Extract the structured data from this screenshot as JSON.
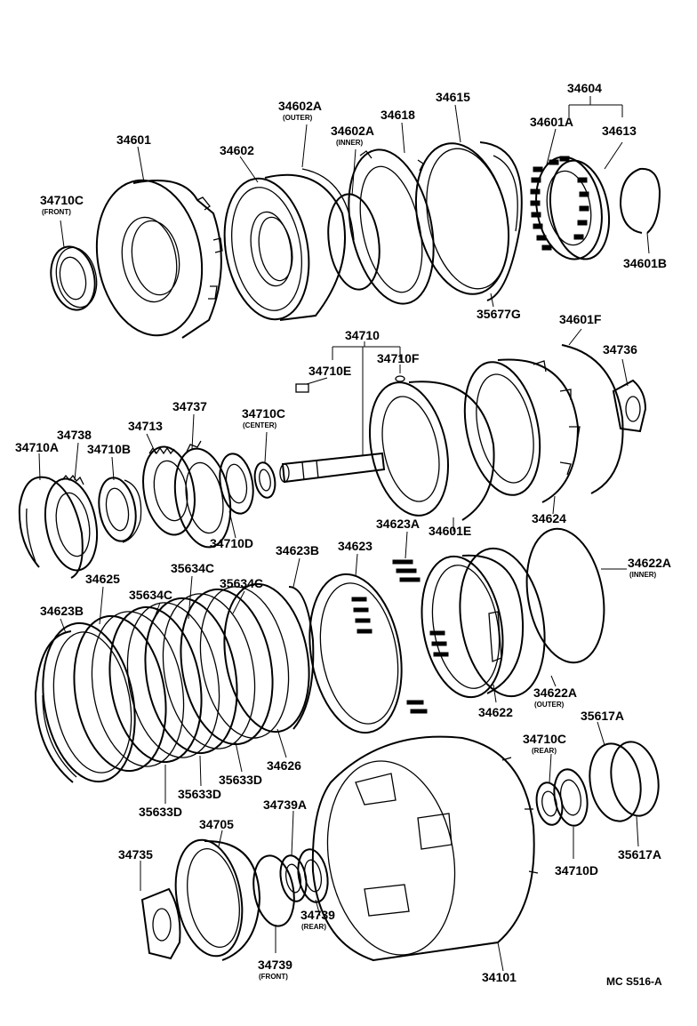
{
  "diagram": {
    "code": "MC S516-A",
    "labels": {
      "p34601": "34601",
      "p34602": "34602",
      "p34602A_outer": "34602A",
      "p34602A_outer_sub": "(OUTER)",
      "p34602A_inner": "34602A",
      "p34602A_inner_sub": "(INNER)",
      "p34618": "34618",
      "p34615": "34615",
      "p34604": "34604",
      "p34601A": "34601A",
      "p34613": "34613",
      "p34710C_front": "34710C",
      "p34710C_front_sub": "(FRONT)",
      "p34601B": "34601B",
      "p35677G": "35677G",
      "p34710": "34710",
      "p34710E": "34710E",
      "p34710F": "34710F",
      "p34601F": "34601F",
      "p34736": "34736",
      "p34737": "34737",
      "p34713": "34713",
      "p34738": "34738",
      "p34710C_center": "34710C",
      "p34710C_center_sub": "(CENTER)",
      "p34710A": "34710A",
      "p34710B": "34710B",
      "p34710D_a": "34710D",
      "p34623A": "34623A",
      "p34601E": "34601E",
      "p34624": "34624",
      "p34623B_a": "34623B",
      "p34623": "34623",
      "p34622A_inner": "34622A",
      "p34622A_inner_sub": "(INNER)",
      "p34625": "34625",
      "p35634C_a": "35634C",
      "p35634C_b": "35634C",
      "p35634C_c": "35634C",
      "p34623B_b": "34623B",
      "p34622": "34622",
      "p34622A_outer": "34622A",
      "p34622A_outer_sub": "(OUTER)",
      "p35617A_a": "35617A",
      "p34710C_rear": "34710C",
      "p34710C_rear_sub": "(REAR)",
      "p34626": "34626",
      "p35633D_a": "35633D",
      "p35633D_b": "35633D",
      "p35633D_c": "35633D",
      "p34739A": "34739A",
      "p34705": "34705",
      "p34735": "34735",
      "p34710D_b": "34710D",
      "p35617A_b": "35617A",
      "p34739_rear": "34739",
      "p34739_rear_sub": "(REAR)",
      "p34739_front": "34739",
      "p34739_front_sub": "(FRONT)",
      "p34101": "34101"
    }
  }
}
